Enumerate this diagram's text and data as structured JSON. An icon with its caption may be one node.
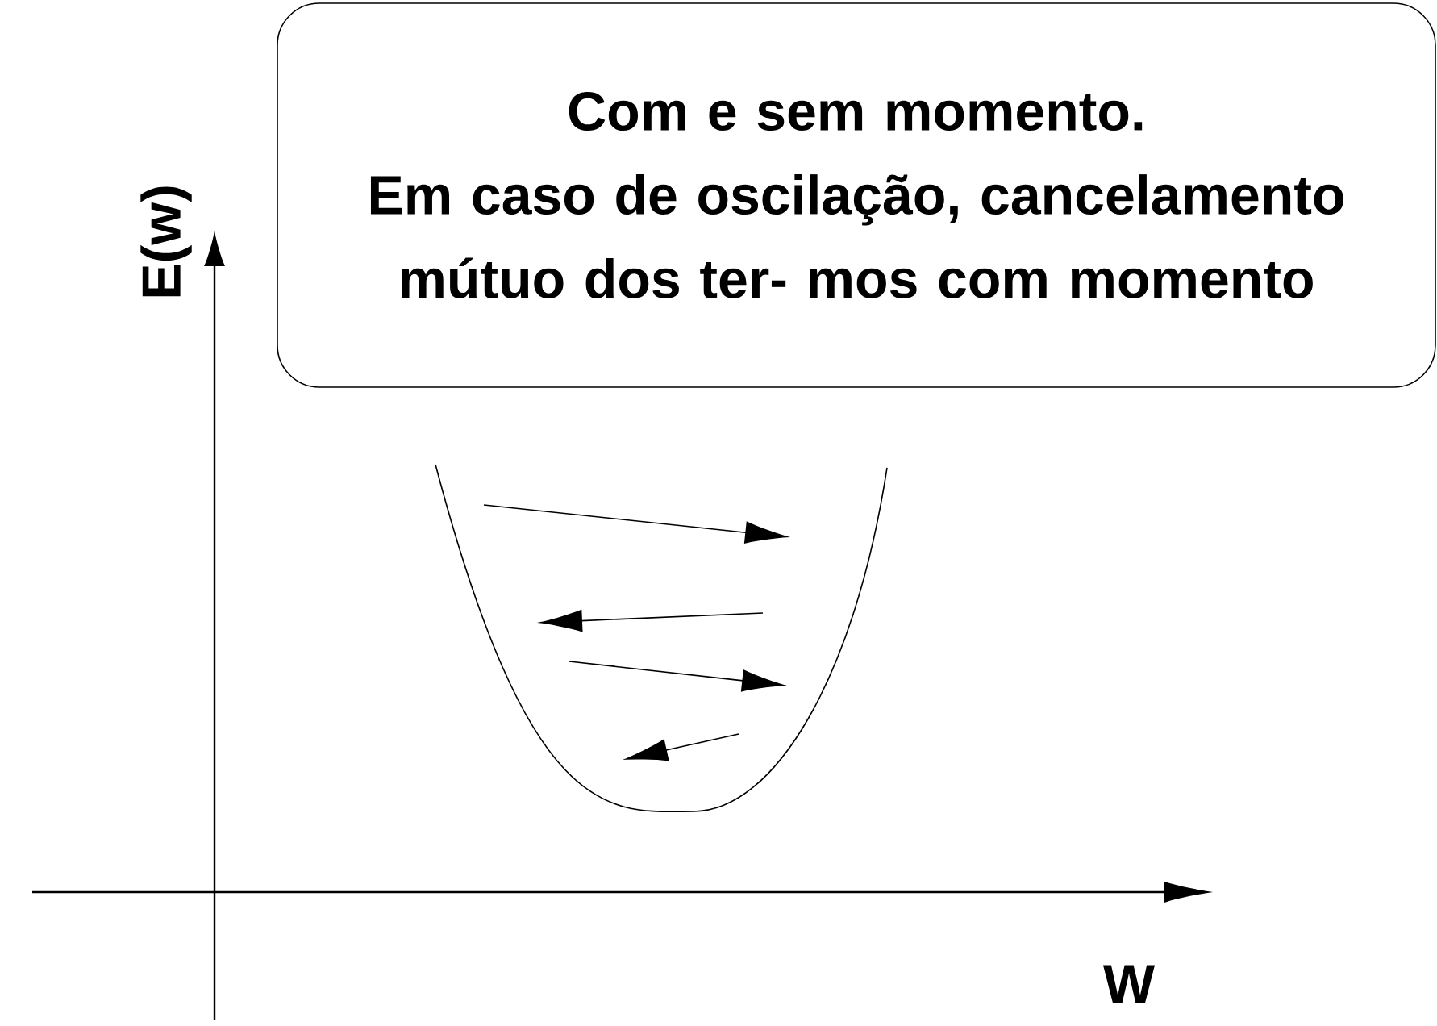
{
  "diagram": {
    "nodes": [
      {
        "text": [
          "Com e sem momento.",
          "Em caso de oscilação, cancelamento mútuo dos ter- mos com momento"
        ]
      }
    ],
    "labels": [
      "E(w)",
      "W"
    ]
  }
}
